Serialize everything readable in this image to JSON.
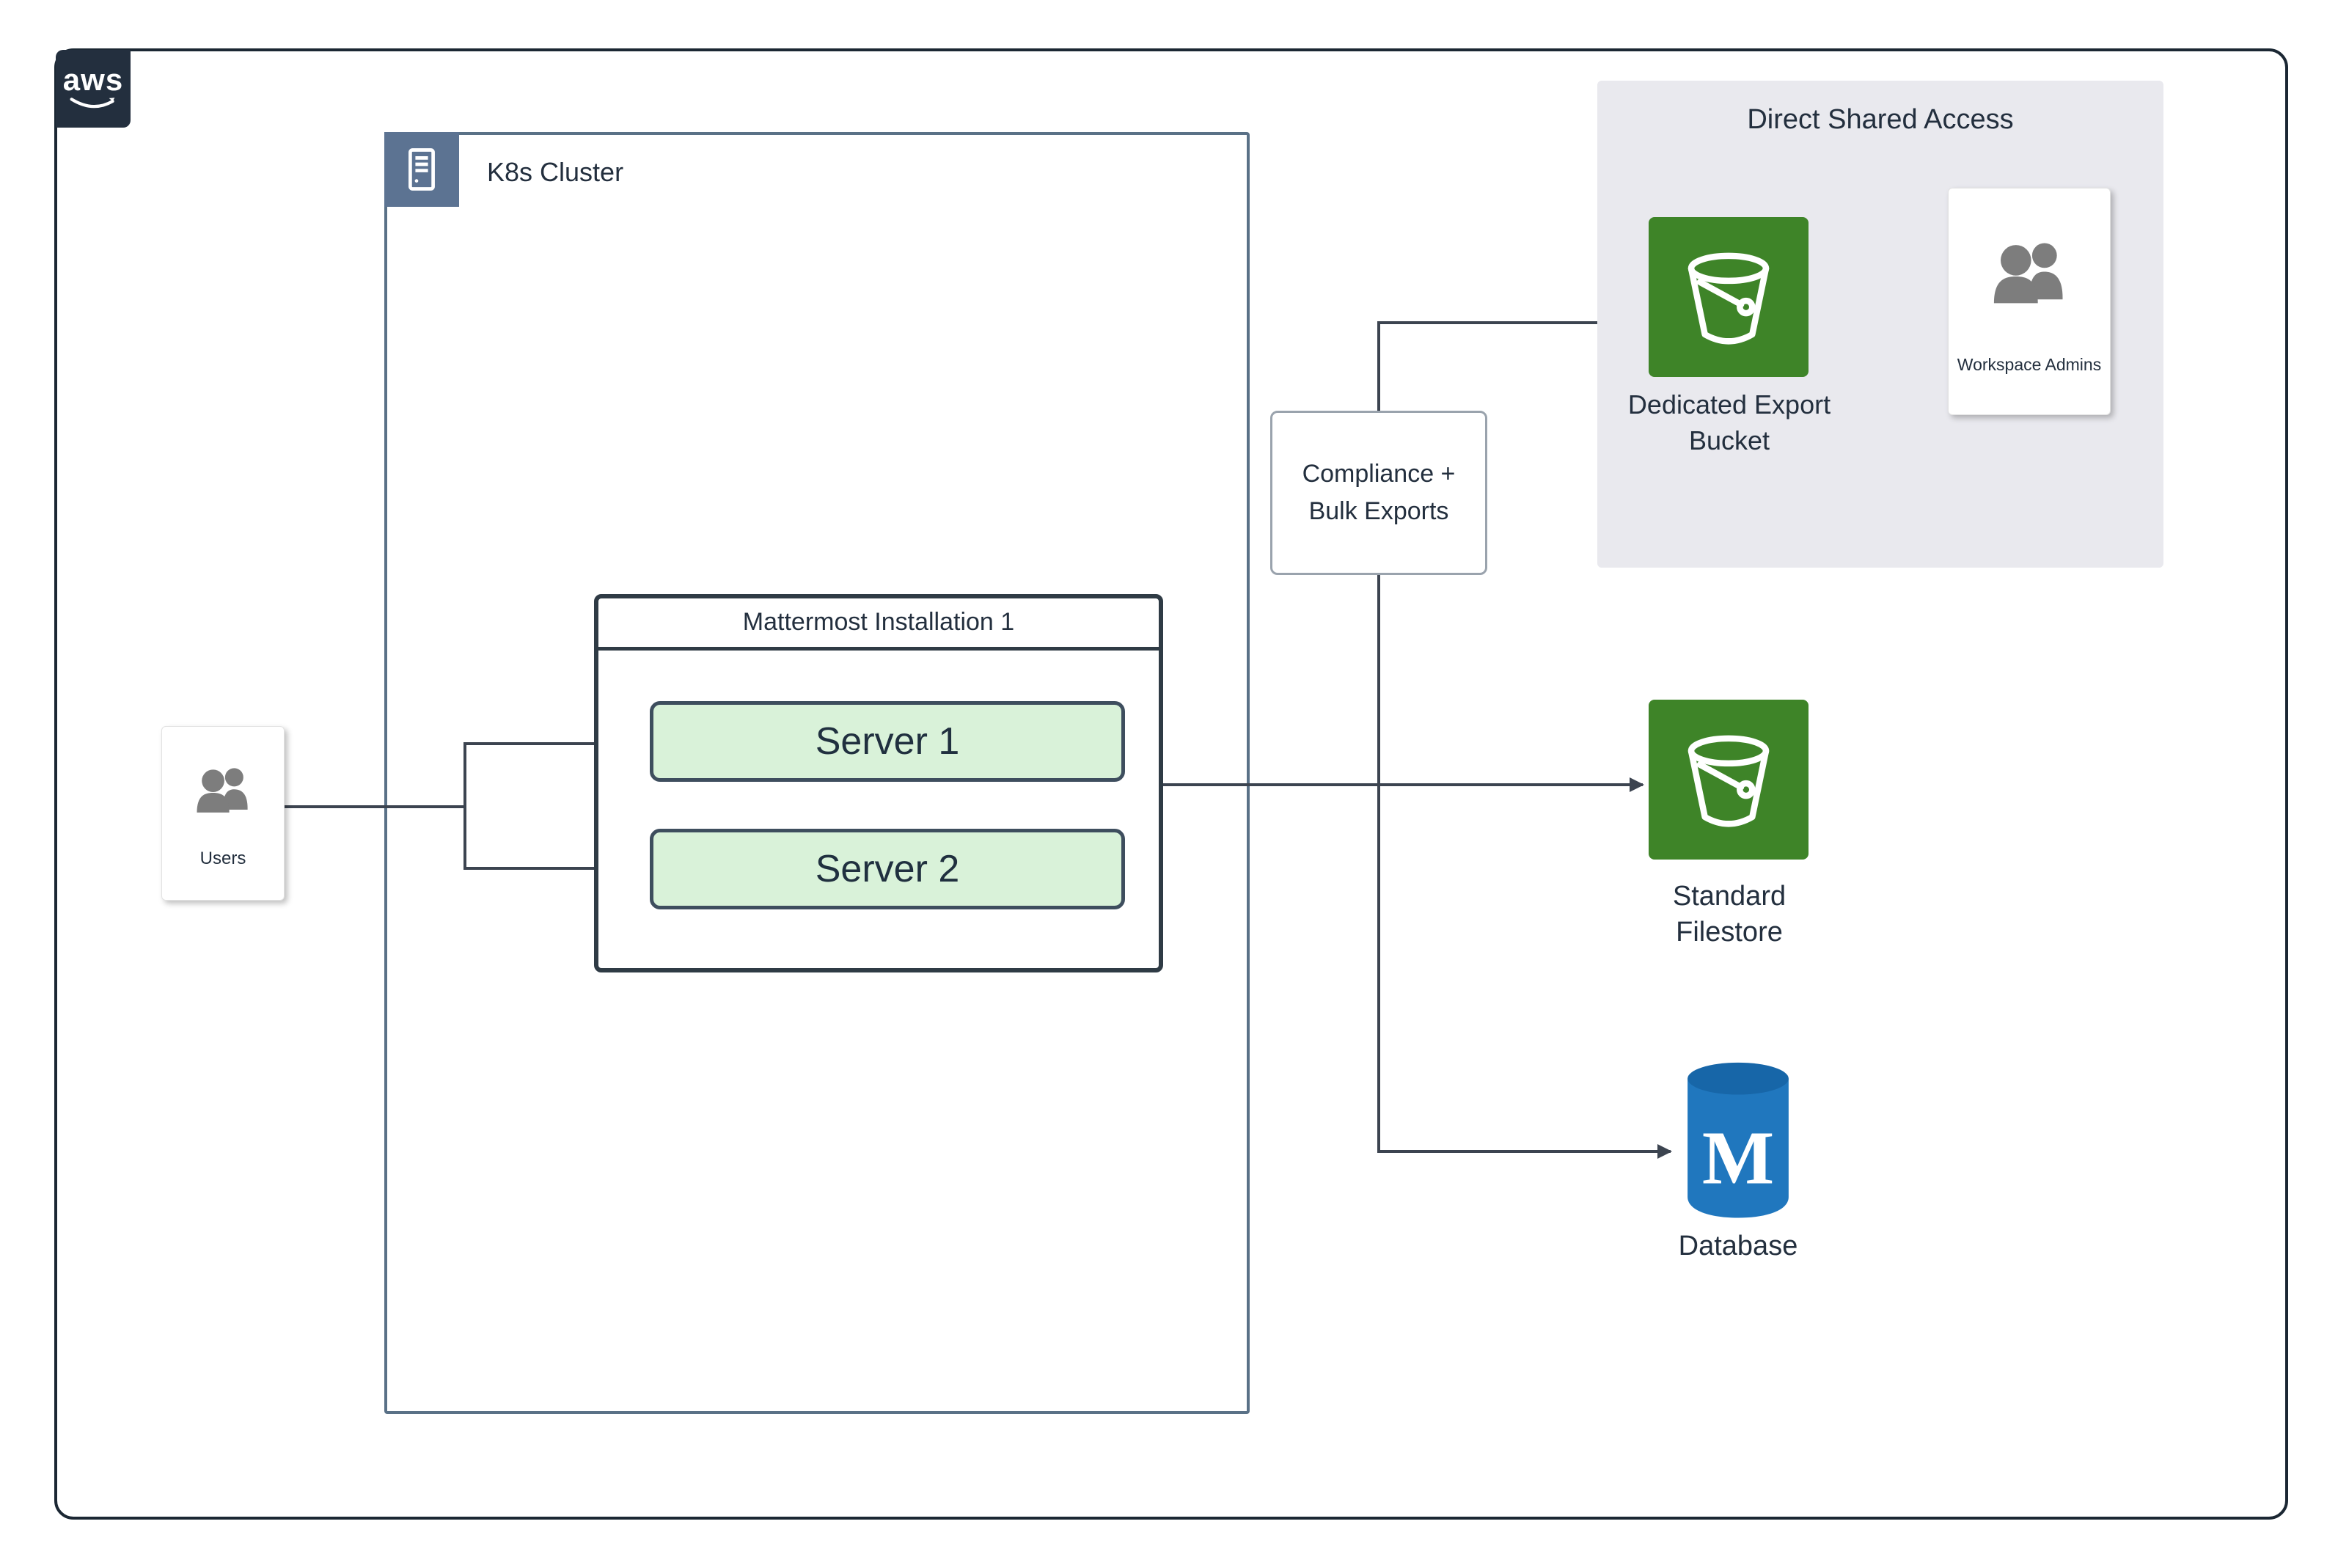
{
  "diagram": {
    "aws_badge": {
      "text": "aws"
    },
    "k8s_cluster": {
      "label": "K8s Cluster"
    },
    "mattermost": {
      "title": "Mattermost Installation 1",
      "servers": [
        "Server 1",
        "Server 2"
      ]
    },
    "users": {
      "label": "Users"
    },
    "compliance": {
      "line1": "Compliance +",
      "line2": "Bulk Exports"
    },
    "direct_shared_access": {
      "title": "Direct Shared Access",
      "bucket_line1": "Dedicated Export",
      "bucket_line2": "Bucket",
      "admins_label": "Workspace Admins"
    },
    "standard_filestore": {
      "line1": "Standard",
      "line2": "Filestore"
    },
    "database": {
      "label": "Database",
      "letter": "M"
    },
    "colors": {
      "green": "#3E8428",
      "server_fill": "#D9F2D9",
      "server_border": "#3E4E5E",
      "cluster_border": "#5A7187",
      "cluster_icon": "#5C7392",
      "line": "#3C4450",
      "panel": "#E9E9EE",
      "db_blue": "#2077BE",
      "db_blue_dark": "#1766A8",
      "navy": "#232F3E",
      "ink": "#232F3E",
      "person_gray": "#7D7D7D"
    }
  }
}
